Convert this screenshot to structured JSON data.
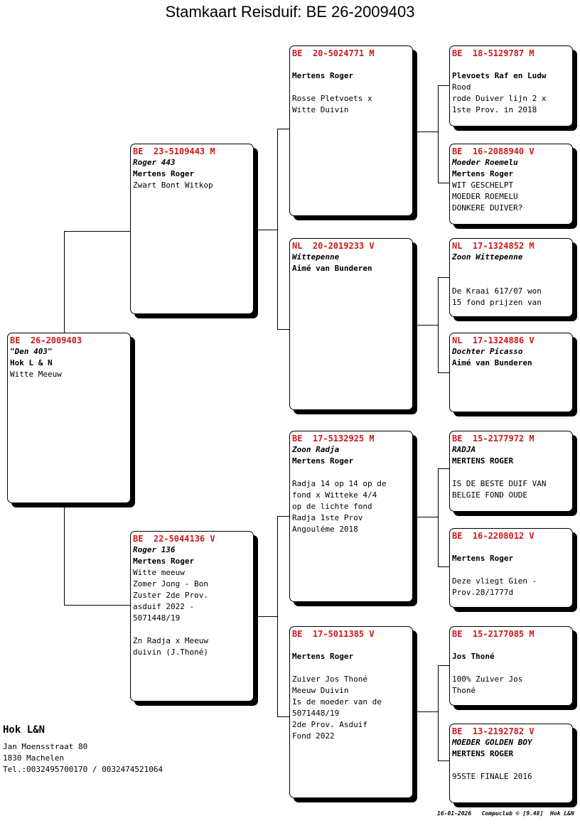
{
  "title": "Stamkaart Reisduif: BE  26-2009403",
  "subject": {
    "ring": "BE  26-2009403",
    "name": "\"Den 403\"",
    "owner": "Hok L & N",
    "lines": [
      "Witte Meeuw"
    ]
  },
  "father": {
    "ring": "BE  23-5109443 M",
    "name": "Roger 443",
    "owner": "Mertens Roger",
    "lines": [
      "Zwart Bont Witkop"
    ]
  },
  "mother": {
    "ring": "BE  22-5044136 V",
    "name": "Roger 136",
    "owner": "Mertens Roger",
    "lines": [
      "Witte meeuw",
      "Zomer Jong - Bon",
      "Zuster 2de Prov.",
      "asduif 2022 -",
      "5071448/19",
      "",
      "Zn Radja x Meeuw",
      "duivin (J.Thoné)"
    ]
  },
  "ff": {
    "ring": "BE  20-5024771 M",
    "name": "",
    "owner": "Mertens Roger",
    "lines": [
      "",
      "Rosse Pletvoets x",
      "Witte Duivin"
    ]
  },
  "fm": {
    "ring": "NL  20-2019233 V",
    "name": "Wittepenne",
    "owner": "Aimé van Bunderen",
    "lines": []
  },
  "mf": {
    "ring": "BE  17-5132925 M",
    "name": "Zoon Radja",
    "owner": "Mertens Roger",
    "lines": [
      "",
      "Radja 14 op 14 op de",
      "fond x Witteke 4/4",
      "op de lichte fond",
      "Radja 1ste Prov",
      "Angouléme 2018"
    ]
  },
  "mm": {
    "ring": "BE  17-5011385 V",
    "name": "",
    "owner": "Mertens Roger",
    "lines": [
      "",
      "Zuiver Jos Thoné",
      "Meeuw Duivin",
      "Is de moeder van de",
      "5071448/19",
      "2de Prov. Asduif",
      "Fond 2022"
    ]
  },
  "fff": {
    "ring": "BE  18-5129787 M",
    "name": "",
    "owner": "Plevoets Raf en Ludw",
    "lines": [
      "Rood",
      "rode Duiver lijn 2 x",
      "1ste Prov. in 2018"
    ]
  },
  "ffm": {
    "ring": "BE  16-2088940 V",
    "name": "Moeder Roemelu",
    "owner": "Mertens Roger",
    "lines": [
      "WIT GESCHELPT",
      "MOEDER ROEMELU",
      "DONKERE DUIVER?"
    ]
  },
  "fmf": {
    "ring": "NL  17-1324852 M",
    "name": "Zoon Wittepenne",
    "owner": "",
    "lines": [
      "",
      "De Kraai 617/07 won",
      "15 fond prijzen van"
    ]
  },
  "fmm": {
    "ring": "NL  17-1324886 V",
    "name": "Dochter Picasso",
    "owner": "Aimé van Bunderen",
    "lines": []
  },
  "mff": {
    "ring": "BE  15-2177972 M",
    "name": "RADJA",
    "owner": "MERTENS ROGER",
    "lines": [
      "",
      "IS DE BESTE DUIF VAN",
      "BELGIE FOND OUDE"
    ]
  },
  "mfm": {
    "ring": "BE  16-2208012 V",
    "name": "",
    "owner": "Mertens Roger",
    "lines": [
      "",
      "Deze vliegt Gien -",
      "Prov.28/1777d"
    ]
  },
  "mmf": {
    "ring": "BE  15-2177085 M",
    "name": "",
    "owner": "Jos Thoné",
    "lines": [
      "",
      "100% Zuiver Jos",
      "Thoné"
    ]
  },
  "mmm": {
    "ring": "BE  13-2192782 V",
    "name": "MOEDER GOLDEN BOY",
    "owner": "MERTENS ROGER",
    "lines": [
      "",
      "95STE FINALE 2016"
    ]
  },
  "footer": {
    "org": "Hok L&N",
    "address": [
      "Jan Moensstraat 80",
      "1830  Machelen",
      "Tel.:0032495700170 / 0032474521064"
    ],
    "meta": "16-01-2026   Compuclub © [9.48]  Hok L&N"
  }
}
